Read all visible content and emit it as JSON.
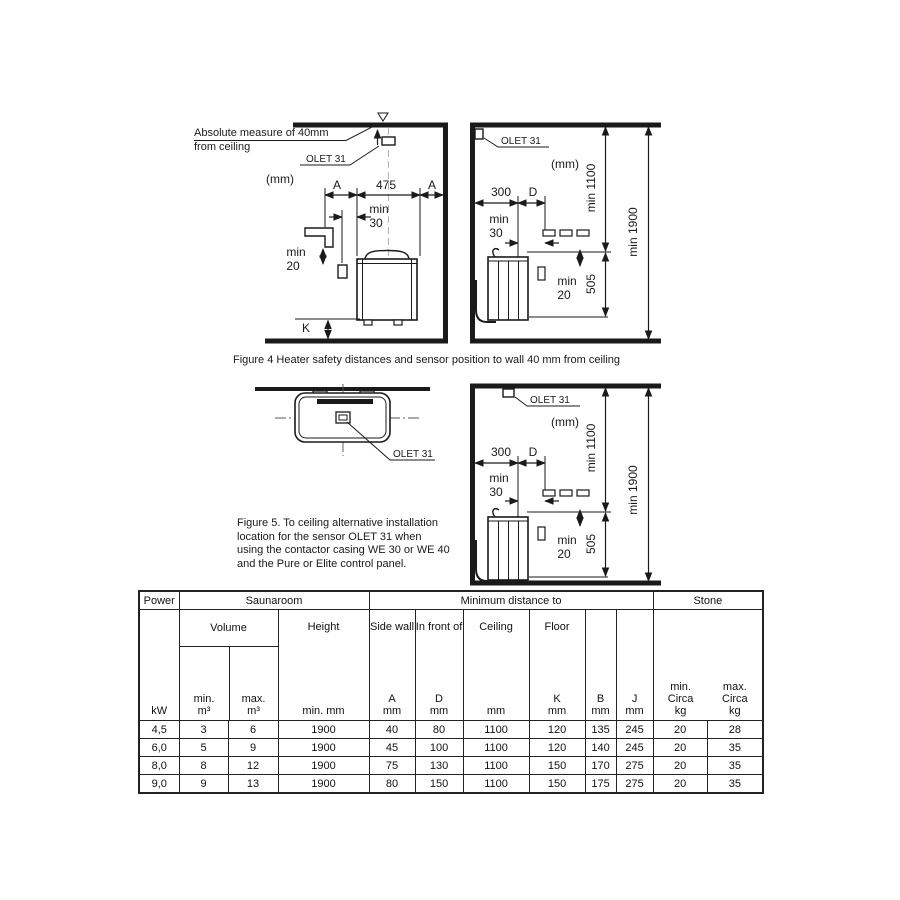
{
  "figure4": {
    "caption": "Figure 4  Heater safety distances and sensor position to wall  40 mm from ceiling",
    "left": {
      "note1": "Absolute measure of 40mm",
      "note2": "from ceiling",
      "olet": "OLET 31",
      "mm": "(mm)",
      "dimA1": "A",
      "dim475": "475",
      "dimA2": "A",
      "min1": "min",
      "v30": "30",
      "min2": "min",
      "v20": "20",
      "dimK": "K"
    },
    "right": {
      "olet": "OLET 31",
      "mm": "(mm)",
      "v300": "300",
      "dimD": "D",
      "min1100": "min 1100",
      "min1900": "min 1900",
      "min1": "min",
      "v30": "30",
      "min2": "min",
      "v20": "20",
      "v505": "505"
    }
  },
  "figure5": {
    "caption": "Figure 5. To ceiling alternative installation\nlocation for the sensor OLET 31 when\nusing the contactor casing WE 30 or WE 40\nand the Pure or Elite control panel.",
    "left": {
      "olet": "OLET 31"
    },
    "right": {
      "olet": "OLET 31",
      "mm": "(mm)",
      "v300": "300",
      "dimD": "D",
      "min1100": "min 1100",
      "min1900": "min 1900",
      "min1": "min",
      "v30": "30",
      "min2": "min",
      "v20": "20",
      "v505": "505"
    }
  },
  "table": {
    "groups": [
      "Power",
      "Saunaroom",
      "Minimum distance to",
      "Stone"
    ],
    "sub": {
      "volume": "Volume",
      "height": "Height",
      "side_wall": "Side wall",
      "in_front": "In front of",
      "ceiling": "Ceiling",
      "floor": "Floor"
    },
    "units": {
      "kw": "kW",
      "vol_min": "min.\nm³",
      "vol_max": "max.\nm³",
      "height": "min. mm",
      "a": "A\nmm",
      "d": "D\nmm",
      "ceiling": "mm",
      "k": "K\nmm",
      "b": "B\nmm",
      "j": "J\nmm",
      "stone_min": "min.\nCirca\nkg",
      "stone_max": "max.\nCirca\nkg"
    },
    "rows": [
      [
        "4,5",
        "3",
        "6",
        "1900",
        "40",
        "80",
        "1100",
        "120",
        "135",
        "245",
        "20",
        "28"
      ],
      [
        "6,0",
        "5",
        "9",
        "1900",
        "45",
        "100",
        "1100",
        "120",
        "140",
        "245",
        "20",
        "35"
      ],
      [
        "8,0",
        "8",
        "12",
        "1900",
        "75",
        "130",
        "1100",
        "150",
        "170",
        "275",
        "20",
        "35"
      ],
      [
        "9,0",
        "9",
        "13",
        "1900",
        "80",
        "150",
        "1100",
        "150",
        "175",
        "275",
        "20",
        "35"
      ]
    ]
  }
}
